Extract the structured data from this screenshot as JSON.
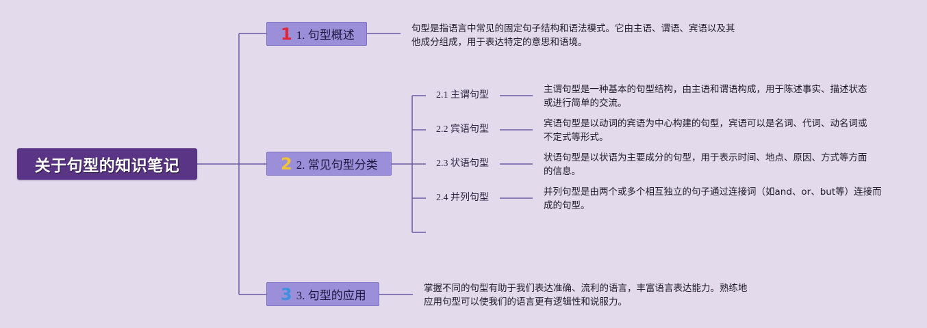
{
  "colors": {
    "background": "#e3dbec",
    "root": "#5a3585",
    "branch": "#9a8fd8",
    "connector": "#6b5aa3",
    "number_1": "#e0283a",
    "number_2": "#f2c335",
    "number_3": "#3f8fe0"
  },
  "root": {
    "title": "关于句型的知识笔记"
  },
  "branches": [
    {
      "number": "1",
      "label": "1. 句型概述",
      "desc_lines": [
        "句型是指语言中常见的固定句子结构和语法模式。它由主语、谓语、宾语以及其",
        "他成分组成，用于表达特定的意思和语境。"
      ]
    },
    {
      "number": "2",
      "label": "2. 常见句型分类",
      "children": [
        {
          "label": "2.1 主谓句型",
          "desc_lines": [
            "主谓句型是一种基本的句型结构，由主语和谓语构成，用于陈述事实、描述状态",
            "或进行简单的交流。"
          ]
        },
        {
          "label": "2.2 宾语句型",
          "desc_lines": [
            "宾语句型是以动词的宾语为中心构建的句型，宾语可以是名词、代词、动名词或",
            "不定式等形式。"
          ]
        },
        {
          "label": "2.3 状语句型",
          "desc_lines": [
            "状语句型是以状语为主要成分的句型，用于表示时间、地点、原因、方式等方面",
            "的信息。"
          ]
        },
        {
          "label": "2.4 并列句型",
          "desc_lines": [
            "并列句型是由两个或多个相互独立的句子通过连接词（如and、or、but等）连接而",
            "成的句型。"
          ]
        }
      ]
    },
    {
      "number": "3",
      "label": "3. 句型的应用",
      "desc_lines": [
        "掌握不同的句型有助于我们表达准确、流利的语言，丰富语言表达能力。熟练地",
        "应用句型可以使我们的语言更有逻辑性和说服力。"
      ]
    }
  ]
}
